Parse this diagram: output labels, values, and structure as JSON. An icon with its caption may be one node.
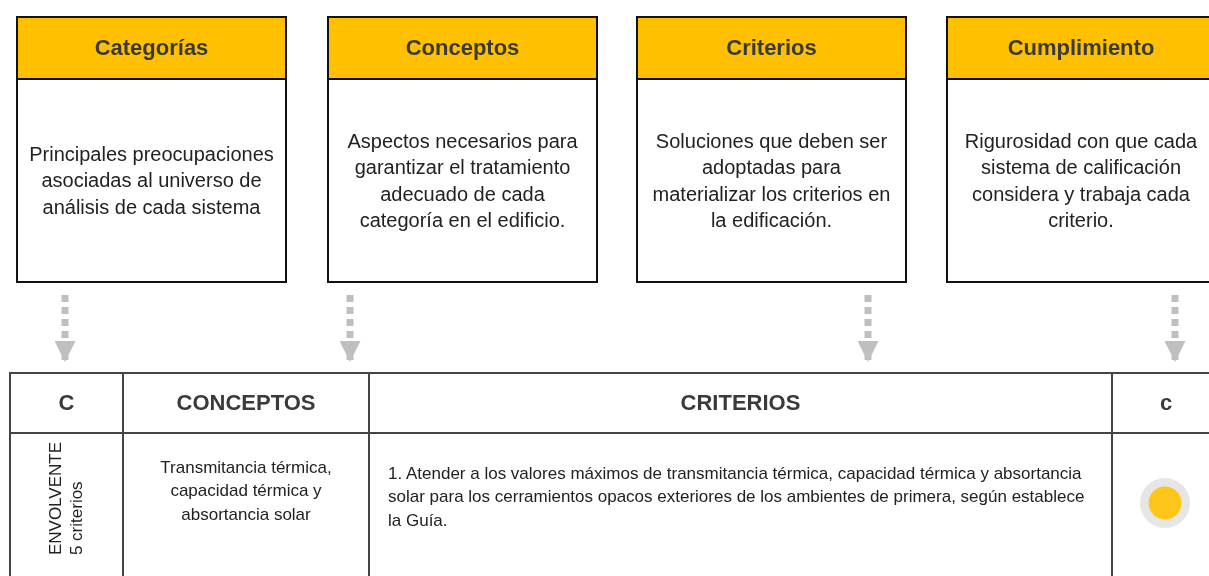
{
  "diagram": {
    "nodes": [
      {
        "text": [
          "Categorías",
          "Principales preocupaciones asociadas al universo de análisis de cada sistema"
        ]
      },
      {
        "text": [
          "Conceptos",
          "Aspectos necesarios para garantizar el tratamiento adecuado de cada categoría en el edificio."
        ]
      },
      {
        "text": [
          "Criterios",
          "Soluciones que deben ser adoptadas para materializar los criterios en la edificación."
        ]
      },
      {
        "text": [
          "Cumplimiento",
          "Rigurosidad con que cada sistema de calificación considera y trabaja cada criterio."
        ]
      },
      {
        "text": [
          "C"
        ]
      },
      {
        "text": [
          "CONCEPTOS"
        ]
      },
      {
        "text": [
          "CRITERIOS"
        ]
      },
      {
        "text": [
          "c"
        ]
      }
    ],
    "edges": [
      {
        "from": 0,
        "to": 4,
        "arrow": "to",
        "style": "dashed"
      },
      {
        "from": 1,
        "to": 5,
        "arrow": "to",
        "style": "dashed"
      },
      {
        "from": 2,
        "to": 6,
        "arrow": "to",
        "style": "dashed"
      },
      {
        "from": 3,
        "to": 7,
        "arrow": "to",
        "style": "dashed"
      }
    ],
    "labels": [
      "ENVOLVENTE",
      "5 criterios",
      "Transmitancia térmica, capacidad térmica y absortancia solar",
      "1.   Atender a los valores máximos de transmitancia térmica, capacidad térmica y absortancia solar para los cerramientos opacos exteriores de los ambientes de primera, según establece la Guía."
    ]
  }
}
